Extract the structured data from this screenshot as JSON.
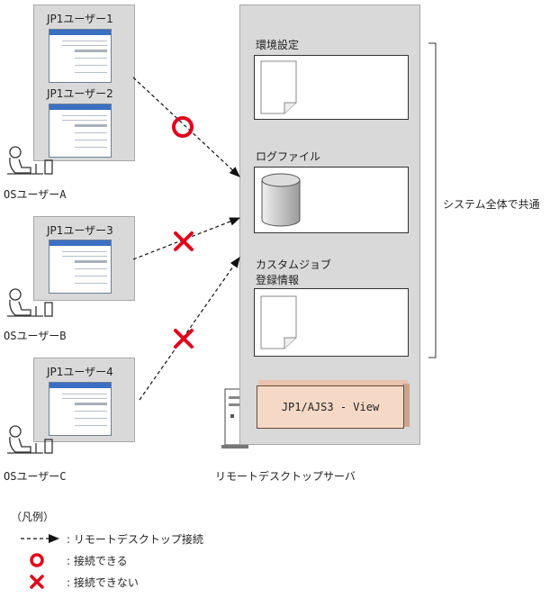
{
  "clients": [
    {
      "users": [
        "JP1ユーザー1",
        "JP1ユーザー2"
      ],
      "os_user": "OSユーザーA"
    },
    {
      "users": [
        "JP1ユーザー3"
      ],
      "os_user": "OSユーザーB"
    },
    {
      "users": [
        "JP1ユーザー4"
      ],
      "os_user": "OSユーザーC"
    }
  ],
  "server": {
    "sections": [
      "環境設定",
      "ログファイル",
      "カスタムジョブ\n登録情報"
    ],
    "view_label": "JP1/AJS3 - View",
    "caption": "リモートデスクトップサーバ"
  },
  "bracket_label": "システム全体で共通",
  "legend": {
    "title": "（凡例）",
    "items": [
      ": リモートデスクトップ接続",
      ": 接続できる",
      ": 接続できない"
    ]
  },
  "colors": {
    "ok": "#e0001b",
    "ng": "#e0001b",
    "view_fill": "#f5d8c6"
  },
  "connections": [
    {
      "from": "OSユーザーA",
      "status": "ok"
    },
    {
      "from": "OSユーザーB",
      "status": "ng"
    },
    {
      "from": "OSユーザーC",
      "status": "ng"
    }
  ]
}
